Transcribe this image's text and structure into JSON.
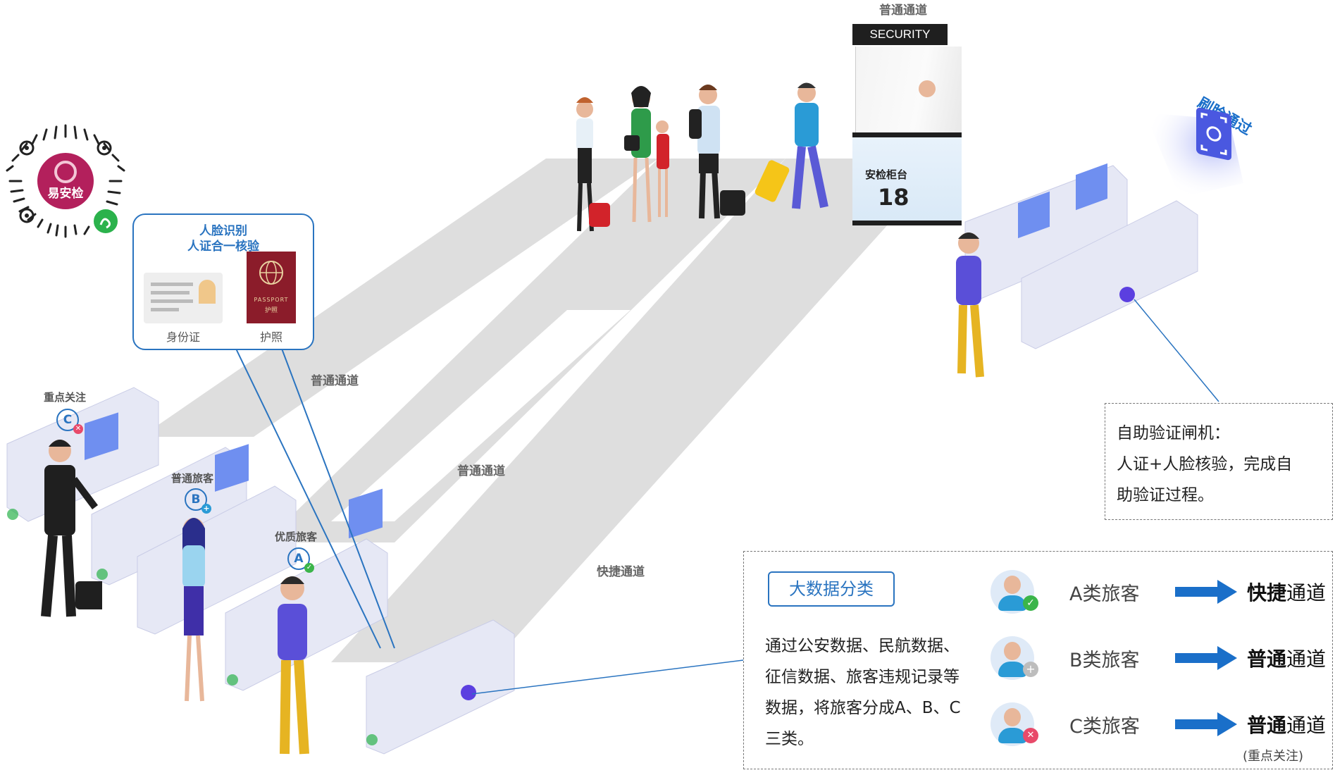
{
  "qr": {
    "logo_text": "易安检"
  },
  "top_lane": {
    "label": "普通通道"
  },
  "security_booth": {
    "sign": "SECURITY",
    "counter_label": "安检柜台",
    "counter_number": "18"
  },
  "face_pass": {
    "label": "刷脸通过"
  },
  "id_callout": {
    "title_line1": "人脸识别",
    "title_line2": "人证合一核验",
    "id_card_caption": "身份证",
    "passport_caption": "护照",
    "passport_text": "PASSPORT",
    "passport_cn": "护照"
  },
  "lanes": {
    "lane1": "普通通道",
    "lane2": "普通通道",
    "lane3": "快捷通道"
  },
  "gate_tags": {
    "focus": {
      "label": "重点关注",
      "letter": "C"
    },
    "normal": {
      "label": "普通旅客",
      "letter": "B"
    },
    "premium": {
      "label": "优质旅客",
      "letter": "A"
    }
  },
  "gate_note": {
    "line1": "自助验证闸机：",
    "line2": "人证+人脸核验，完成自",
    "line3": "助验证过程。"
  },
  "bigdata": {
    "title": "大数据分类",
    "desc_line1": "通过公安数据、民航数据、",
    "desc_line2": "征信数据、旅客违规记录等",
    "desc_line3": "数据，将旅客分成A、B、C",
    "desc_line4": "三类。",
    "rows": [
      {
        "class_label": "A类旅客",
        "chan_bold": "快捷",
        "chan_rest": "通道",
        "badge_color": "#3bb54a"
      },
      {
        "class_label": "B类旅客",
        "chan_bold": "普通",
        "chan_rest": "通道",
        "badge_color": "#bdbdbd"
      },
      {
        "class_label": "C类旅客",
        "chan_bold": "普通",
        "chan_rest": "通道",
        "badge_color": "#e84a6a"
      }
    ],
    "note": "(重点关注)"
  },
  "colors": {
    "accent_blue": "#2a74c0",
    "arrow_blue": "#1a6fc9",
    "floor_gray": "#dedede",
    "gate_lavender": "#e6e8f5",
    "qr_magenta": "#b3205c",
    "mini_green": "#2bb24c",
    "passport_red": "#8b1c2a"
  }
}
